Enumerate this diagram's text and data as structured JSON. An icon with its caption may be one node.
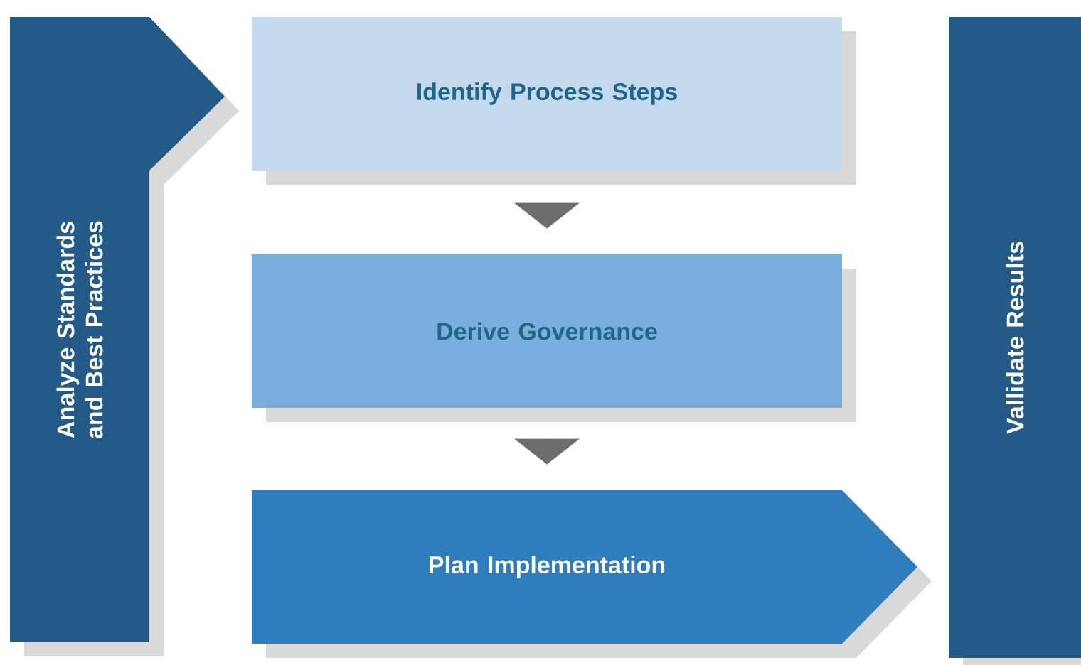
{
  "diagram": {
    "nodes": [
      {
        "text": [
          "Analyze Standards and Best Practices"
        ]
      },
      {
        "text": [
          "Identify Process Steps"
        ]
      },
      {
        "text": [
          "Derive Governance"
        ]
      },
      {
        "text": [
          "Plan Implementation"
        ]
      },
      {
        "text": [
          "Vallidate Results"
        ]
      }
    ],
    "edges": [
      {
        "from": 1,
        "to": 2,
        "arrow": "to"
      },
      {
        "from": 2,
        "to": 3,
        "arrow": "to"
      }
    ]
  }
}
